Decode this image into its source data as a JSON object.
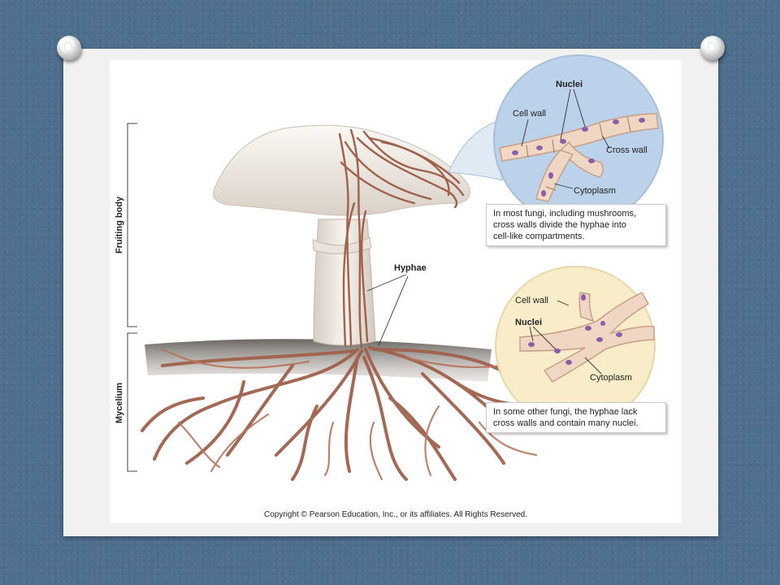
{
  "labels": {
    "fruiting_body": "Fruiting body",
    "mycelium": "Mycelium",
    "hyphae": "Hyphae"
  },
  "top_inset": {
    "nuclei": "Nuclei",
    "cell_wall": "Cell wall",
    "cross_wall": "Cross wall",
    "cytoplasm": "Cytoplasm",
    "caption_lines": [
      "In most fungi, including mushrooms,",
      "cross walls divide the hyphae into",
      "cell-like compartments."
    ]
  },
  "bottom_inset": {
    "cell_wall": "Cell wall",
    "nuclei": "Nuclei",
    "cytoplasm": "Cytoplasm",
    "caption_lines": [
      "In some other fungi, the hyphae lack",
      "cross walls and contain many nuclei."
    ]
  },
  "copyright": "Copyright © Pearson Education, Inc., or its affiliates. All Rights Reserved.",
  "colors": {
    "background": "#4f6f8e",
    "hyphae": "#a0614b",
    "top_inset_bg": "#bcd2ea",
    "bottom_inset_bg": "#f8edc8",
    "nucleus": "#8a5ea8"
  }
}
